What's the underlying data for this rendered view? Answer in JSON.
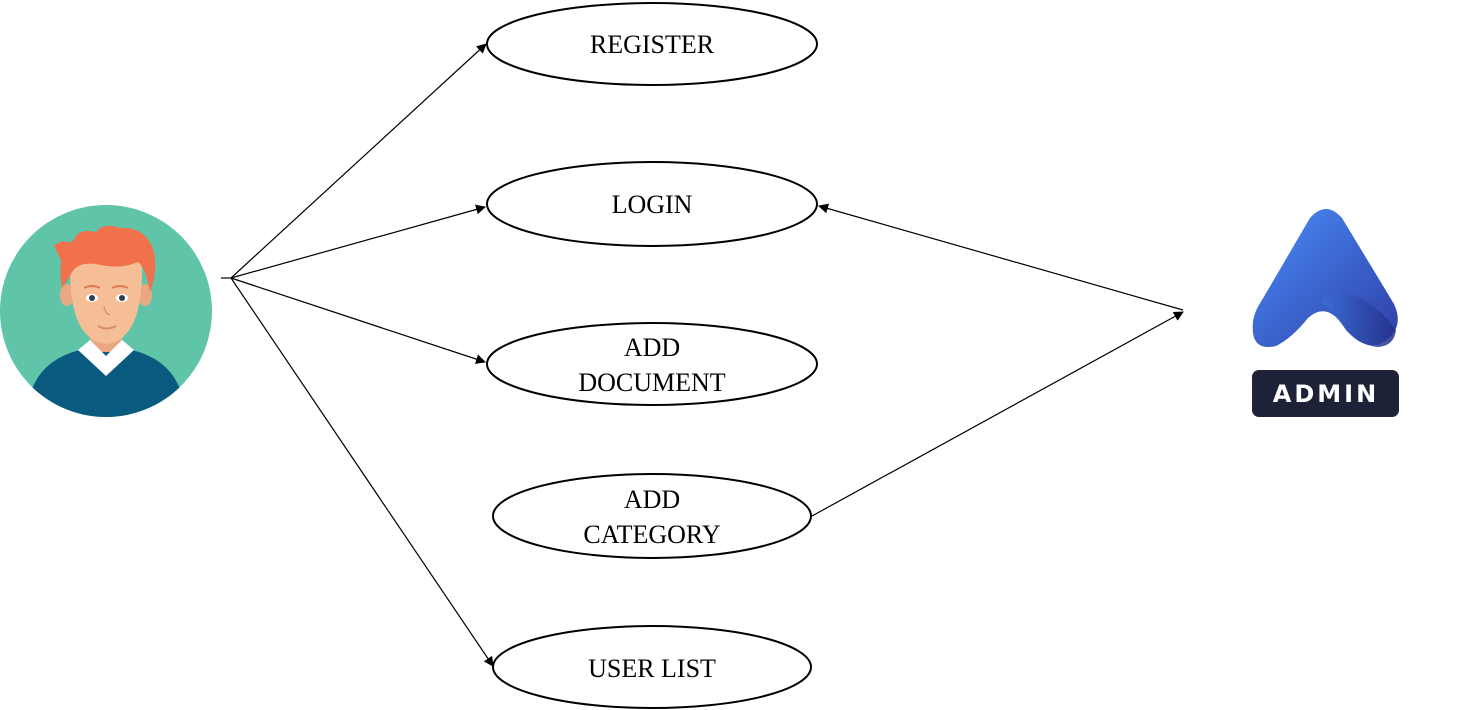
{
  "diagram": {
    "use_cases": [
      {
        "id": "register",
        "lines": [
          "REGISTER"
        ]
      },
      {
        "id": "login",
        "lines": [
          "LOGIN"
        ]
      },
      {
        "id": "add_document",
        "lines": [
          "ADD",
          "DOCUMENT"
        ]
      },
      {
        "id": "add_category",
        "lines": [
          "ADD",
          "CATEGORY"
        ]
      },
      {
        "id": "user_list",
        "lines": [
          "USER LIST"
        ]
      }
    ],
    "actors": {
      "user": {
        "icon": "user-avatar-icon"
      },
      "admin": {
        "icon": "admin-logo-icon",
        "label": "ADMIN"
      }
    },
    "connections": [
      {
        "from": "user",
        "to": "register",
        "arrow": "end"
      },
      {
        "from": "user",
        "to": "login",
        "arrow": "end"
      },
      {
        "from": "user",
        "to": "add_document",
        "arrow": "end"
      },
      {
        "from": "user",
        "to": "user_list",
        "arrow": "end"
      },
      {
        "from": "admin",
        "to": "login",
        "arrow": "end"
      },
      {
        "from": "add_category",
        "to": "admin",
        "arrow": "end"
      }
    ],
    "colors": {
      "user_background": "#5fc4a8",
      "user_hair": "#f2714d",
      "user_skin": "#f5be96",
      "user_sweater": "#0a5a80",
      "admin_gradient_start": "#3b82f6",
      "admin_gradient_end": "#2f3fa8",
      "admin_badge": "#1e2238"
    }
  }
}
